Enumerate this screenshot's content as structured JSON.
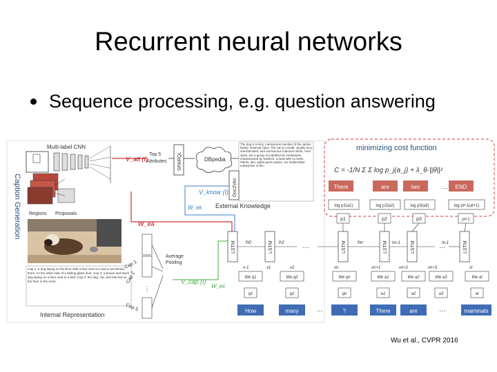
{
  "slide": {
    "title": "Recurrent neural networks",
    "bullet": "Sequence processing, e.g. question answering",
    "citation": "Wu et al., CVPR 2016"
  },
  "figure": {
    "left": {
      "side_label": "Caption Generation",
      "cnn_label": "Multi-label CNN",
      "v_att": "V_att (I)",
      "top5_line1": "Top 5",
      "top5_line2": "Attributes",
      "sparql": "SPARQL",
      "dbpedia": "DBpedia",
      "doc2vec": "Doc2Vec",
      "v_know": "V_know (I)",
      "w_ek": "W_ek",
      "external_knowledge": "External Knowledge",
      "knowledge_text": "The dog is a furry, carnivorous member of the canine family, mammal class. The cat is a small, usually furry, domesticated, and carnivorous mammal. Birds, Aves class, are a group of endothermic vertebrates, characterised by feathers, a beak with no teeth. Plants, also called green plants, are multicellular eukaryotes of the...",
      "regions": "Regions",
      "proposals": "Proposals",
      "w_ea": "W_ea",
      "caps": [
        "Cap 1",
        "Cap 2",
        "Cap 5"
      ],
      "average_pooling_line1": "Average",
      "average_pooling_line2": "Pooling",
      "v_cap": "V_cap (I)",
      "w_ec": "W_ec",
      "caption_text": "Cap 1: a dog laying on the floor with a bird next to it and a cat behind them, on the other side of a sliding glass door. Cap 2: a brown and black dog laying on a floor next to a bird. Cap 3: the dog, cat, and bird sat on the floor in the room.",
      "internal_representation": "Internal Representation"
    },
    "right": {
      "cost_title": "minimizing cost function",
      "output_words": [
        "There",
        "are",
        "two",
        "END"
      ],
      "log_probs": [
        "log p1(a1)",
        "log p2(a2)",
        "log p3(a3)",
        "log pl+1(al+1)"
      ],
      "probs": [
        "p1",
        "p2",
        "p3",
        "pl+1"
      ],
      "hidden": [
        "h0",
        "h1",
        "hn",
        "hn-1",
        "hl-1"
      ],
      "lstm_label": "LSTM",
      "inputs_x": [
        "x-1",
        "x1",
        "x2",
        "xn",
        "xn+1",
        "xn+2",
        "xn+3",
        "xl"
      ],
      "weights": [
        "We q1",
        "We q2",
        "We qn",
        "We a1",
        "We a2",
        "We a3",
        "We al"
      ],
      "tokens_q": [
        "q1",
        "q2",
        "qn",
        "a1",
        "a2",
        "a3",
        "al"
      ],
      "question_words": [
        "How",
        "many",
        "?",
        "There",
        "are",
        "mammals"
      ]
    }
  }
}
